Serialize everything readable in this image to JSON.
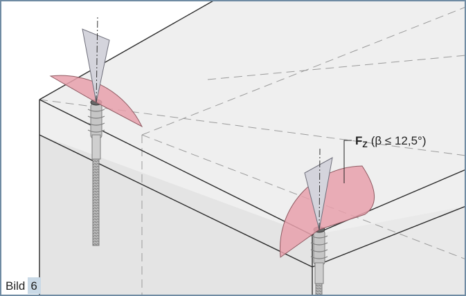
{
  "force_label": {
    "symbol": "F",
    "subscript": "Z",
    "condition": "(β ≤ 12,5°)"
  },
  "caption": {
    "word": "Bild",
    "number": "6"
  },
  "colors": {
    "frame": "#6f8ba3",
    "block_top": "#efefef",
    "block_front": "#e4e4e4",
    "block_edge": "#2b2b2b",
    "hidden_line": "#9a9a9a",
    "cone_fill": "#e8a0ab",
    "cone_inner_fill": "#d4d4dc",
    "anchor": "#8c8c8c",
    "caption_bg": "#c9d9e6"
  }
}
